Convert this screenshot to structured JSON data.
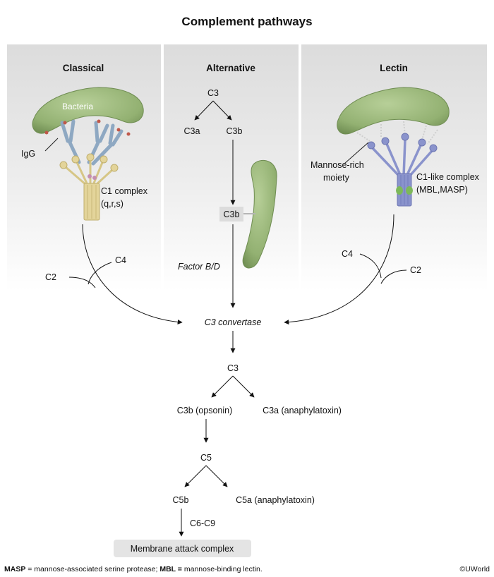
{
  "title": "Complement pathways",
  "columns": {
    "classical": "Classical",
    "alternative": "Alternative",
    "lectin": "Lectin"
  },
  "classical": {
    "bacteria_label": "Bacteria",
    "igg_label": "IgG",
    "c1_label_line1": "C1 complex",
    "c1_label_line2": "(q,r,s)",
    "c4": "C4",
    "c2": "C2"
  },
  "alternative": {
    "c3_top": "C3",
    "c3a": "C3a",
    "c3b": "C3b",
    "c3b_bound": "C3b",
    "factor": "Factor B/D"
  },
  "lectin": {
    "mannose_line1": "Mannose-rich",
    "mannose_line2": "moiety",
    "c1like_line1": "C1-like complex",
    "c1like_line2": "(MBL,MASP)",
    "c4": "C4",
    "c2": "C2"
  },
  "common": {
    "convertase": "C3 convertase",
    "c3": "C3",
    "c3b": "C3b (opsonin)",
    "c3a": "C3a (anaphylatoxin)",
    "c5": "C5",
    "c5b": "C5b",
    "c5a": "C5a (anaphylatoxin)",
    "c6c9": "C6-C9",
    "mac": "Membrane attack complex"
  },
  "footnote": {
    "masp_abbr": "MASP",
    "masp_def": " = mannose-associated serine protease; ",
    "mbl_abbr": "MBL =",
    "mbl_def": " mannose-binding lectin."
  },
  "copyright": "©UWorld",
  "colors": {
    "panel": "#e6e6e6",
    "bacteria": "#9ab77a",
    "antibody": "#9bb4cc",
    "c1": "#e3d49a",
    "mbl": "#8a93cc",
    "label_box": "#e4e4e4"
  }
}
